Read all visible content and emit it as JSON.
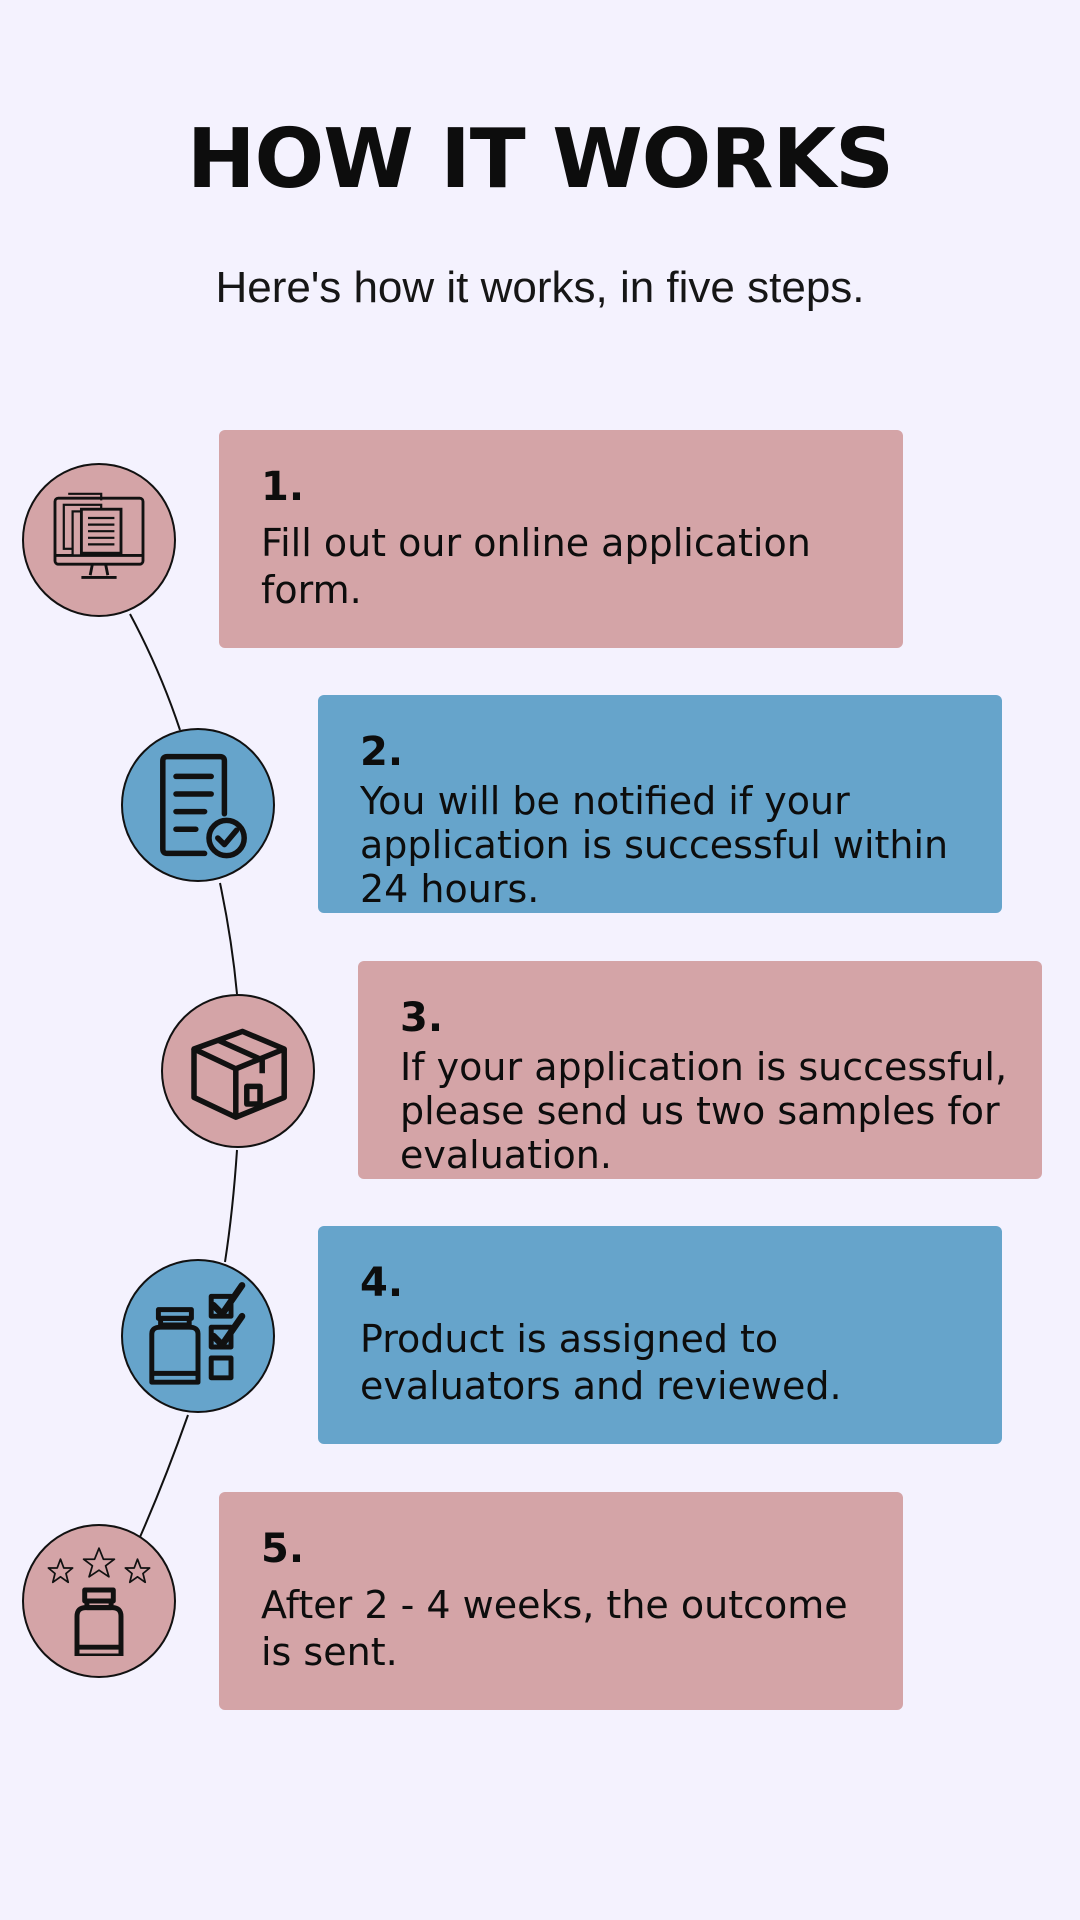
{
  "page": {
    "title": "HOW IT WORKS",
    "subtitle": "Here's how it works, in five steps."
  },
  "colors": {
    "background": "#f4f2fe",
    "pink": "#d4a4a7",
    "blue": "#66a4cb",
    "text": "#0d0d0d"
  },
  "steps": [
    {
      "number": "1.",
      "text": "Fill out our online application form.",
      "icon": "monitor-documents-icon",
      "color": "pink"
    },
    {
      "number": "2.",
      "text": "You will be notified if your application is successful within 24 hours.",
      "icon": "document-checkmark-icon",
      "color": "blue"
    },
    {
      "number": "3.",
      "text": "If your application is successful, please send us two samples for evaluation.",
      "icon": "package-box-icon",
      "color": "pink"
    },
    {
      "number": "4.",
      "text": "Product is assigned to evaluators and reviewed.",
      "icon": "bottle-checklist-icon",
      "color": "blue"
    },
    {
      "number": "5.",
      "text": "After 2 - 4 weeks, the outcome is sent.",
      "icon": "bottle-stars-icon",
      "color": "pink"
    }
  ]
}
